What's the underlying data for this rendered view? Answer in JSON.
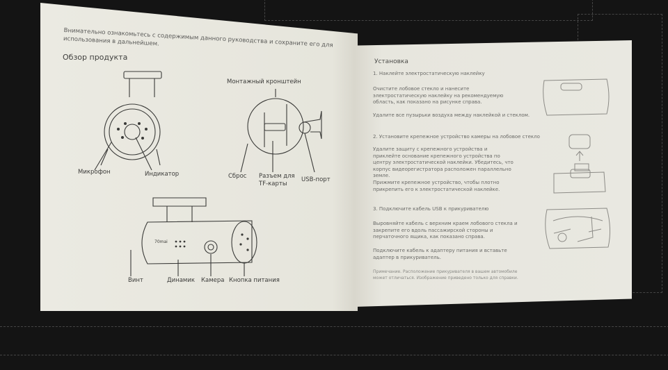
{
  "left_page": {
    "intro": "Внимательно ознакомьтесь с содержимым данного руководства и сохраните его для использования в дальнейшем.",
    "heading": "Обзор продукта",
    "labels": {
      "microphone": "Микрофон",
      "indicator": "Индикатор",
      "bracket": "Монтажный кронштейн",
      "reset": "Сброс",
      "tf_slot": "Разъем для TF-карты",
      "usb_port": "USB-порт",
      "screw": "Винт",
      "speaker": "Динамик",
      "camera": "Камера",
      "power_button": "Кнопка питания"
    }
  },
  "right_page": {
    "heading": "Установка",
    "step1_title": "1. Наклейте электростатическую наклейку",
    "step1_text": "Очистите лобовое стекло и нанесите электростатическую наклейку на рекомендуемую область, как показано на рисунке справа.",
    "step1_text2": "Удалите все пузырьки воздуха между наклейкой и стеклом.",
    "step2_title": "2. Установите крепежное устройство камеры на лобовое стекло",
    "step2_text": "Удалите защиту с крепежного устройства и приклейте основание крепежного устройства по центру электростатической наклейки. Убедитесь, что корпус видеорегистратора расположен параллельно земле.",
    "step2_text2": "Прижмите крепежное устройство, чтобы плотно прикрепить его к электростатической наклейке.",
    "step3_title": "3. Подключите кабель USB к прикуривателю",
    "step3_text": "Выровняйте кабель с верхним краем лобового стекла и закрепите его вдоль пассажирской стороны и перчаточного ящика, как показано справа.",
    "step3_text2": "Подключите кабель к адаптеру питания и вставьте адаптер в прикуриватель.",
    "note": "Примечание. Расположение прикуривателя в вашем автомобиле может отличаться. Изображение приведено только для справки."
  },
  "device_brand": "70mai"
}
